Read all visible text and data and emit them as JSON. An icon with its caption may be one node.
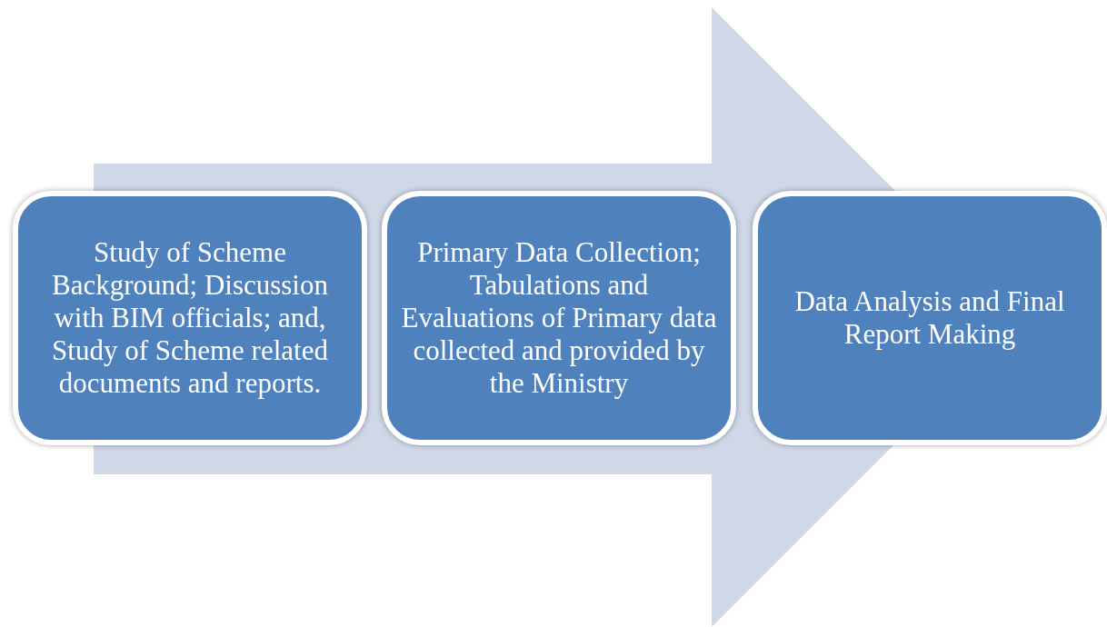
{
  "diagram": {
    "nodes": [
      {
        "text": [
          "Study of Scheme Background; Discussion with BIM officials; and, Study of Scheme related documents and reports."
        ]
      },
      {
        "text": [
          "Primary Data Collection;  Tabulations and Evaluations of Primary data collected and provided by the Ministry"
        ]
      },
      {
        "text": [
          "Data Analysis and Final Report Making"
        ]
      }
    ],
    "edges": [
      {
        "from": 0,
        "to": 2,
        "arrow": "to"
      }
    ]
  }
}
